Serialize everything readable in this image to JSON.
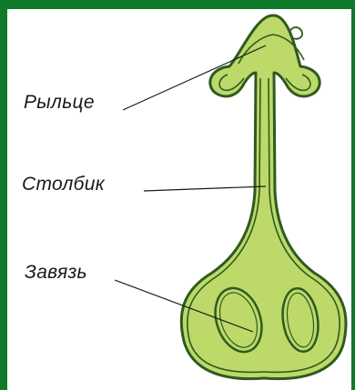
{
  "labels": {
    "stigma": "Рыльце",
    "style": "Столбик",
    "ovary": "Завязь"
  },
  "colors": {
    "background_border": "#0f7a2a",
    "pistil_fill": "#bcd96a",
    "pistil_outline": "#2f5a1e",
    "label_text": "#1a1a1a"
  }
}
